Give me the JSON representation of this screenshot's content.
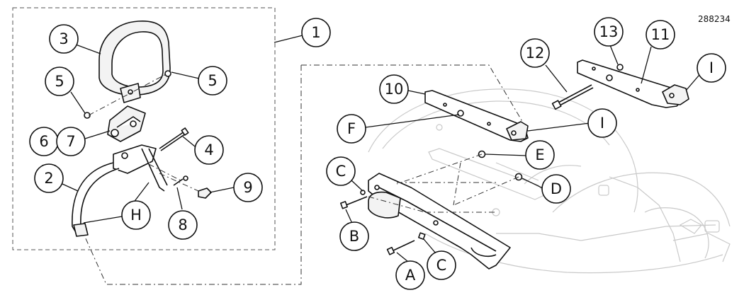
{
  "reference_number": "288234",
  "callouts": [
    {
      "id": "c1",
      "label": "1"
    },
    {
      "id": "c2",
      "label": "2"
    },
    {
      "id": "c3",
      "label": "3"
    },
    {
      "id": "c4",
      "label": "4"
    },
    {
      "id": "c5a",
      "label": "5"
    },
    {
      "id": "c5b",
      "label": "5"
    },
    {
      "id": "c6",
      "label": "6"
    },
    {
      "id": "c7",
      "label": "7"
    },
    {
      "id": "c8",
      "label": "8"
    },
    {
      "id": "c9",
      "label": "9"
    },
    {
      "id": "c10",
      "label": "10"
    },
    {
      "id": "c11",
      "label": "11"
    },
    {
      "id": "c12",
      "label": "12"
    },
    {
      "id": "c13",
      "label": "13"
    },
    {
      "id": "cA",
      "label": "A"
    },
    {
      "id": "cB",
      "label": "B"
    },
    {
      "id": "cC1",
      "label": "C"
    },
    {
      "id": "cC2",
      "label": "C"
    },
    {
      "id": "cD",
      "label": "D"
    },
    {
      "id": "cE",
      "label": "E"
    },
    {
      "id": "cF",
      "label": "F"
    },
    {
      "id": "cH",
      "label": "H"
    },
    {
      "id": "cI1",
      "label": "I"
    },
    {
      "id": "cI2",
      "label": "I"
    }
  ]
}
